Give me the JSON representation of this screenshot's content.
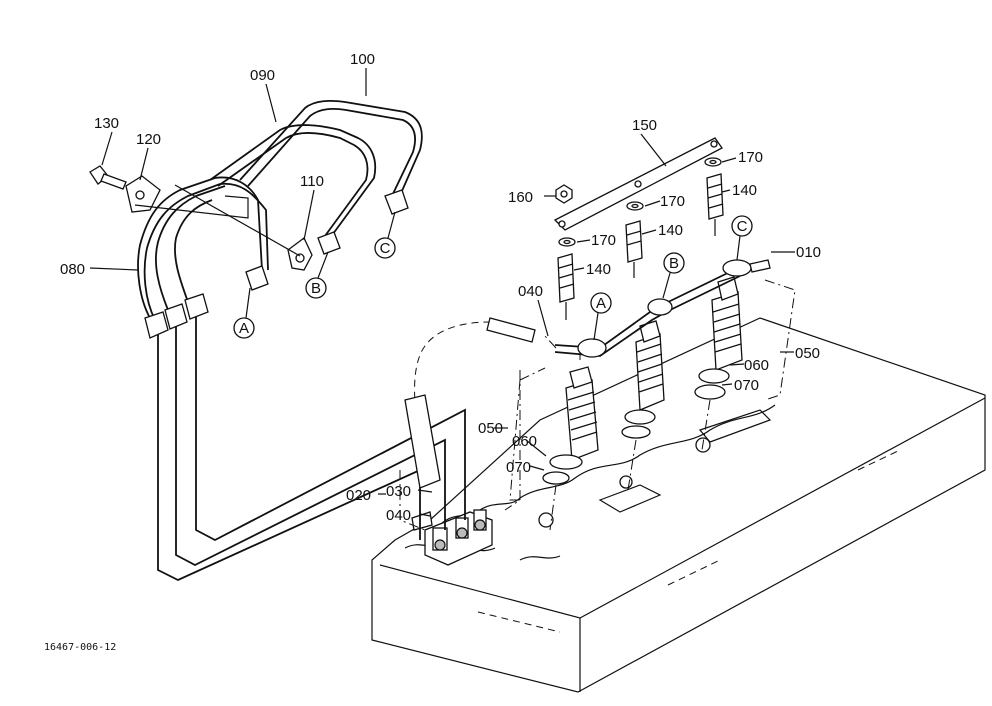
{
  "labels": {
    "p010": "010",
    "p020": "020",
    "p030": "030",
    "p040a": "040",
    "p040b": "040",
    "p050a": "050",
    "p050b": "050",
    "p060a": "060",
    "p060b": "060",
    "p070a": "070",
    "p070b": "070",
    "p080": "080",
    "p090": "090",
    "p100": "100",
    "p110": "110",
    "p120": "120",
    "p130": "130",
    "p140a": "140",
    "p140b": "140",
    "p140c": "140",
    "p150": "150",
    "p160": "160",
    "p170a": "170",
    "p170b": "170",
    "p170c": "170"
  },
  "markers": {
    "a1": "A",
    "a2": "A",
    "b1": "B",
    "b2": "B",
    "c1": "C",
    "c2": "C"
  },
  "drawing_code": "16467-006-12"
}
